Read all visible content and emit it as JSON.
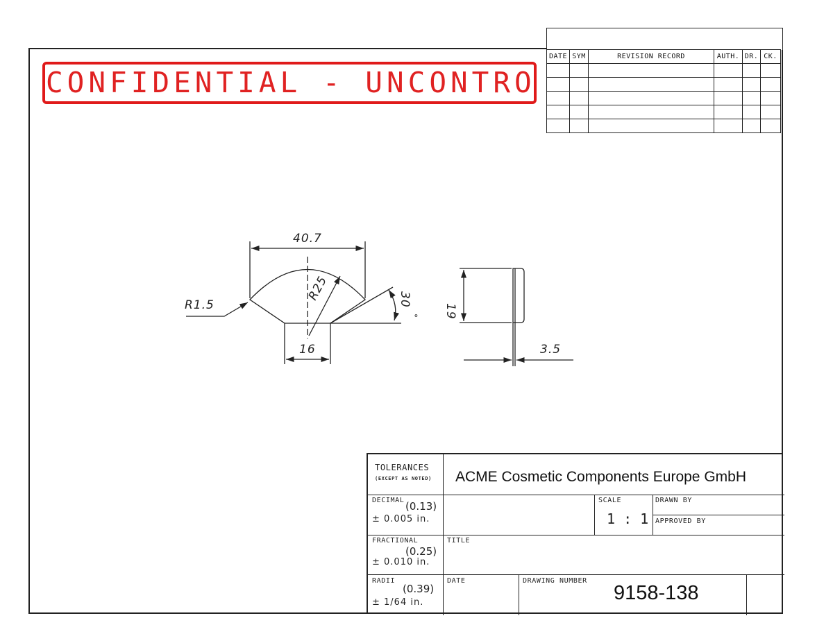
{
  "watermark": "CONFIDENTIAL - UNCONTROLLED",
  "revision_table": {
    "headers": [
      "DATE",
      "SYM",
      "REVISION RECORD",
      "AUTH.",
      "DR.",
      "CK."
    ],
    "empty_rows": 5
  },
  "dimensions": {
    "width_top": "40.7",
    "radius_corner": "R1.5",
    "radius_arc": "R25",
    "base_width": "16",
    "angle": "30",
    "angle_unit": "°",
    "height": "19",
    "thickness": "3.5"
  },
  "title_block": {
    "tolerances_label": "TOLERANCES",
    "tolerances_sub": "(EXCEPT AS NOTED)",
    "company": "ACME Cosmetic Components Europe GmbH",
    "decimal_label": "DECIMAL",
    "decimal_mm": "(0.13)",
    "decimal_value": "± 0.005  in.",
    "fractional_label": "FRACTIONAL",
    "fractional_mm": "(0.25)",
    "fractional_value": "± 0.010  in.",
    "radii_label": "RADII",
    "radii_mm": "(0.39)",
    "radii_value": "± 1/64  in.",
    "scale_label": "SCALE",
    "scale_value": "1 : 1",
    "drawn_by_label": "DRAWN BY",
    "approved_by_label": "APPROVED BY",
    "title_label": "TITLE",
    "date_label": "DATE",
    "drawing_number_label": "DRAWING NUMBER",
    "drawing_number": "9158-138"
  },
  "colors": {
    "watermark": "#e02222",
    "line": "#222222"
  }
}
